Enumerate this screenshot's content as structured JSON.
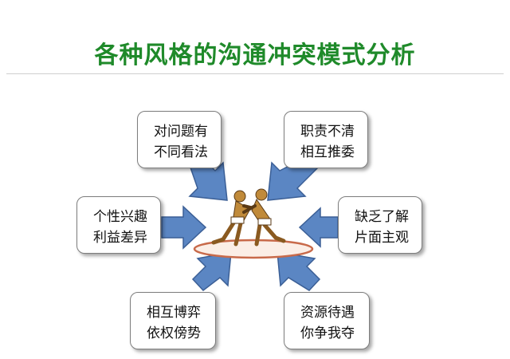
{
  "title": "各种风格的沟通冲突模式分析",
  "colors": {
    "title": "#1f8a2a",
    "arrow_fill": "#5b86c3",
    "arrow_stroke": "#3b5f96",
    "mat": "#c86a4a",
    "figure": "#c08a3a"
  },
  "center_icon": "wrestlers-icon",
  "causes": [
    {
      "id": "top-left",
      "lines": [
        "对问题有",
        "不同看法"
      ]
    },
    {
      "id": "top-right",
      "lines": [
        "职责不清",
        "相互推委"
      ]
    },
    {
      "id": "mid-left",
      "lines": [
        "个性兴趣",
        "利益差异"
      ]
    },
    {
      "id": "mid-right",
      "lines": [
        "缺乏了解",
        "片面主观"
      ]
    },
    {
      "id": "bottom-left",
      "lines": [
        "相互博弈",
        "依权傍势"
      ]
    },
    {
      "id": "bottom-right",
      "lines": [
        "资源待遇",
        "你争我夺"
      ]
    }
  ]
}
